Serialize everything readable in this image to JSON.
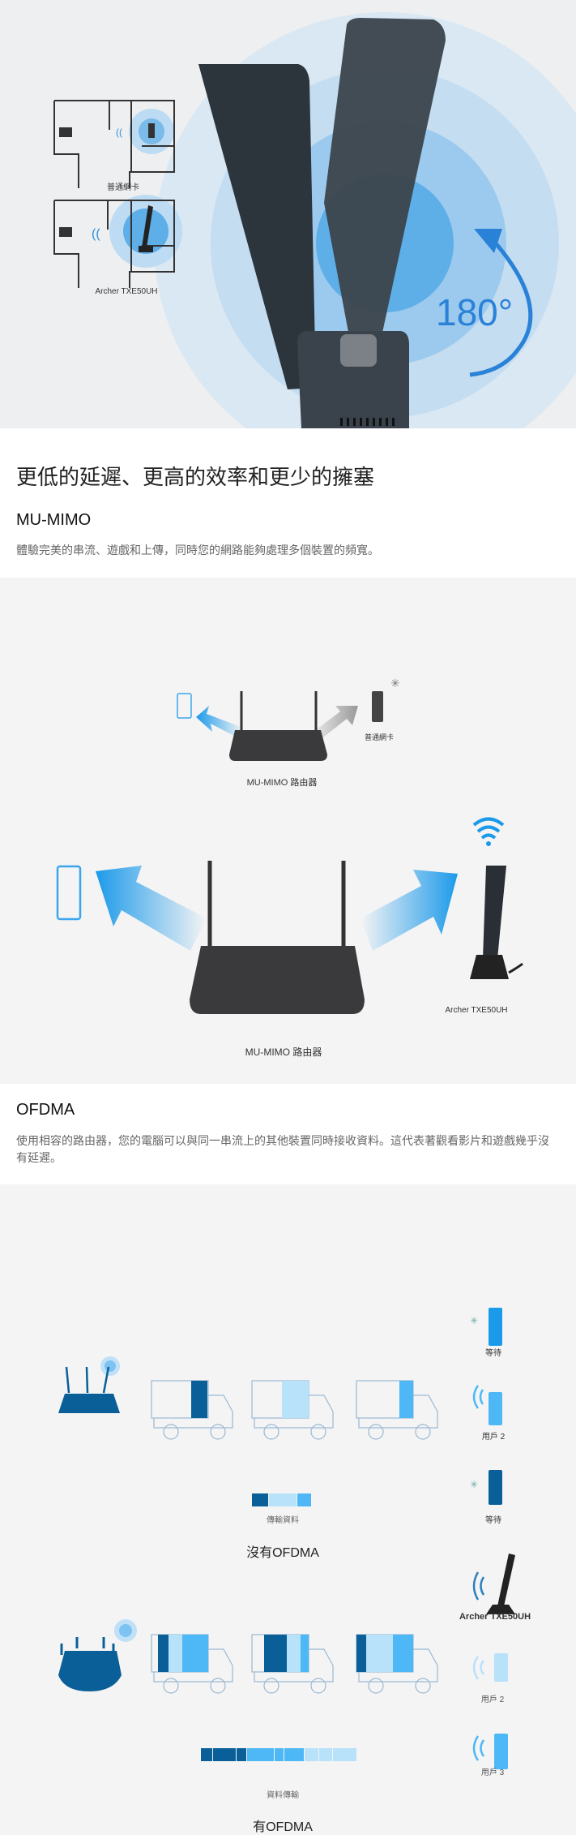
{
  "hero": {
    "plan_regular_label": "普通網卡",
    "plan_archer_label": "Archer TXE50UH",
    "rotation_label": "180°"
  },
  "intro": {
    "title": "更低的延遲、更高的效率和更少的擁塞",
    "mumimo_heading": "MU-MIMO",
    "mumimo_body": "體驗完美的串流、遊戲和上傳，同時您的網路能夠處理多個裝置的頻寬。"
  },
  "mumimo_diagram": {
    "small_router_label": "MU-MIMO 路由器",
    "regular_card_label": "普通網卡",
    "big_router_label": "MU-MIMO 路由器",
    "archer_label": "Archer TXE50UH"
  },
  "ofdma": {
    "heading": "OFDMA",
    "body": "使用相容的路由器，您的電腦可以與同一串流上的其他裝置同時接收資料。這代表著觀看影片和遊戲幾乎沒有延遲。"
  },
  "ofdma_diagram": {
    "without": {
      "wait_label_1": "等待",
      "user2_label": "用戶 2",
      "wait_label_2": "等待",
      "legend_label": "傳輸資料",
      "title": "沒有OFDMA"
    },
    "with": {
      "archer_label": "Archer TXE50UH",
      "user2_label": "用戶 2",
      "user3_label": "用戶 3",
      "legend_label": "資料傳輸",
      "title": "有OFDMA"
    }
  },
  "colors": {
    "dark_blue": "#0a5f98",
    "light_blue": "#b8e1fa",
    "mid_blue": "#4db8f5",
    "accent": "#2a8ee0"
  }
}
